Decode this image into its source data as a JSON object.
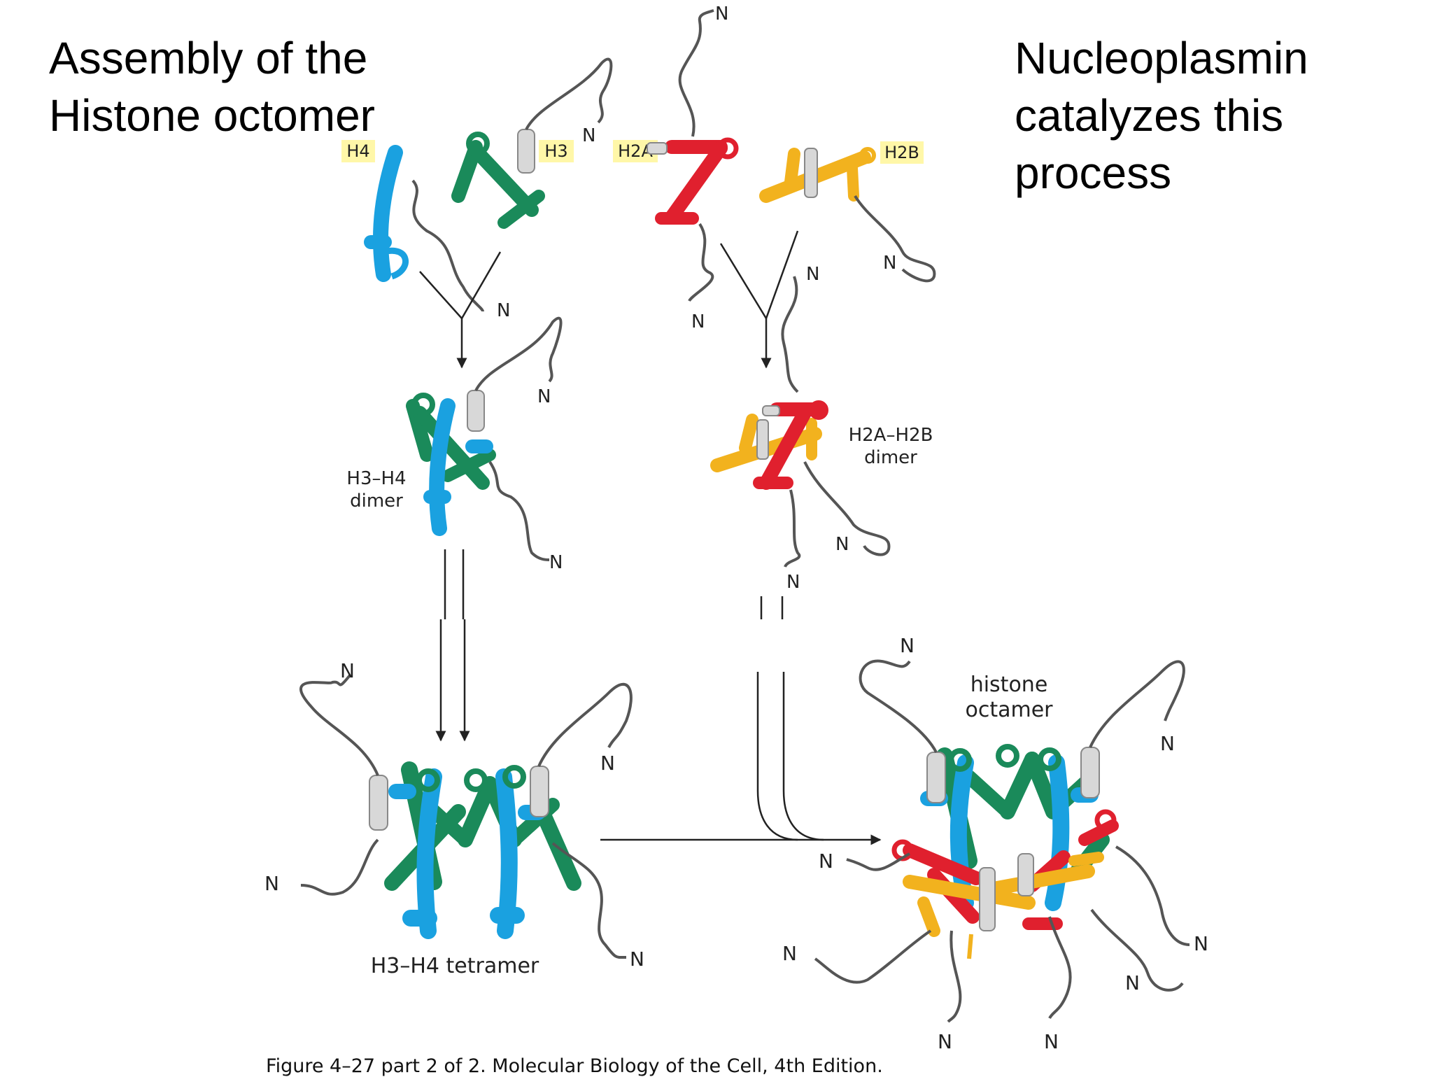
{
  "title_left": [
    "Assembly of the",
    "Histone octomer"
  ],
  "title_right": [
    "Nucleoplasmin",
    "catalyzes this",
    "process"
  ],
  "histone_labels": [
    "H4",
    "H3",
    "H2A",
    "H2B"
  ],
  "terminus_label": "N",
  "stage_labels": {
    "h3h4_dimer": [
      "H3–H4",
      "dimer"
    ],
    "h2ah2b_dimer": [
      "H2A–H2B",
      "dimer"
    ],
    "h3h4_tetramer": "H3–H4 tetramer",
    "octamer": [
      "histone",
      "octamer"
    ]
  },
  "caption": "Figure 4–27 part 2 of 2. Molecular Biology of the Cell, 4th Edition.",
  "colors": {
    "H4": "#1aa1e0",
    "H3": "#1a8a5a",
    "H2A": "#e0202e",
    "H2B": "#f2b21e",
    "tail": "#555555",
    "helix_gray": "#d8d8d8",
    "label_bg": "#fff7a8",
    "arrow": "#222222"
  }
}
